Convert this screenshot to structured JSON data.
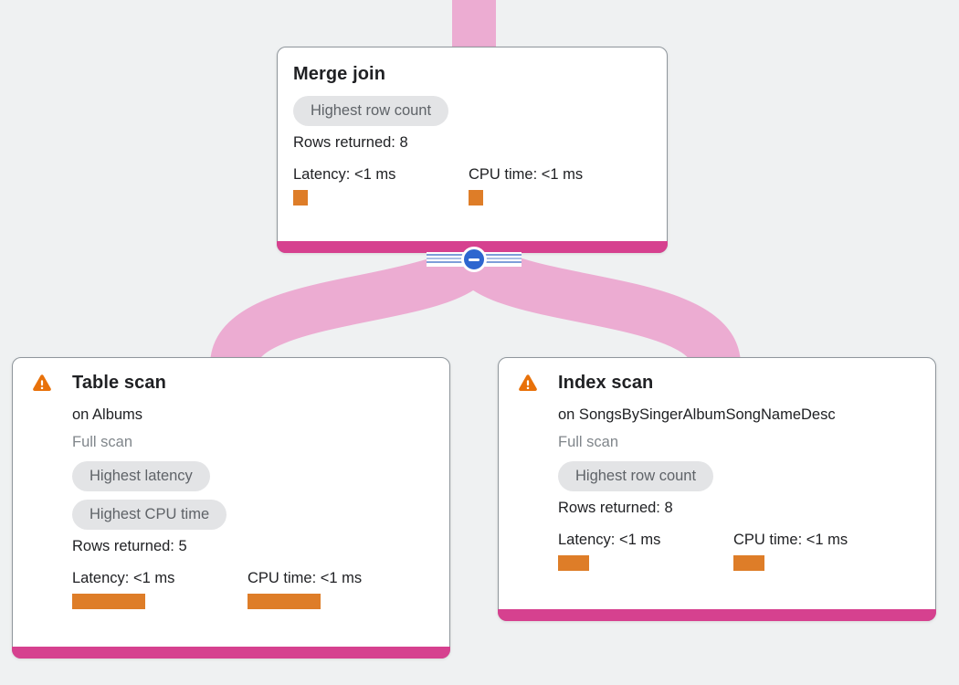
{
  "colors": {
    "background": "#eff1f2",
    "edge_pink": "#ecacd2",
    "accent_magenta": "#d6418f",
    "bar_orange": "#de7d28",
    "warning_orange": "#e8710a",
    "badge_background": "#e3e4e6",
    "badge_text": "#5f6368",
    "collapse_blue": "#2e66cf",
    "muted_text": "#80868b"
  },
  "icons": {
    "warning": "warning-triangle-icon",
    "collapse": "minus-icon"
  },
  "nodes": [
    {
      "title": "Merge join",
      "badges": [
        "Highest row count"
      ],
      "rows_returned": "Rows returned: 8",
      "latency_label": "Latency: <1 ms",
      "cpu_label": "CPU time: <1 ms",
      "latency_bar_style": "width:16px",
      "cpu_bar_style": "width:16px"
    },
    {
      "title": "Table scan",
      "subtitle": "on Albums",
      "scan_type": "Full scan",
      "badges": [
        "Highest latency",
        "Highest CPU time"
      ],
      "rows_returned": "Rows returned: 5",
      "latency_label": "Latency: <1 ms",
      "cpu_label": "CPU time: <1 ms",
      "latency_bar_style": "width:80px",
      "cpu_bar_style": "width:80px"
    },
    {
      "title": "Index scan",
      "subtitle": "on SongsBySingerAlbumSongNameDesc",
      "scan_type": "Full scan",
      "badges": [
        "Highest row count"
      ],
      "rows_returned": "Rows returned: 8",
      "latency_label": "Latency: <1 ms",
      "cpu_label": "CPU time: <1 ms",
      "latency_bar_style": "width:34px",
      "cpu_bar_style": "width:34px"
    }
  ]
}
